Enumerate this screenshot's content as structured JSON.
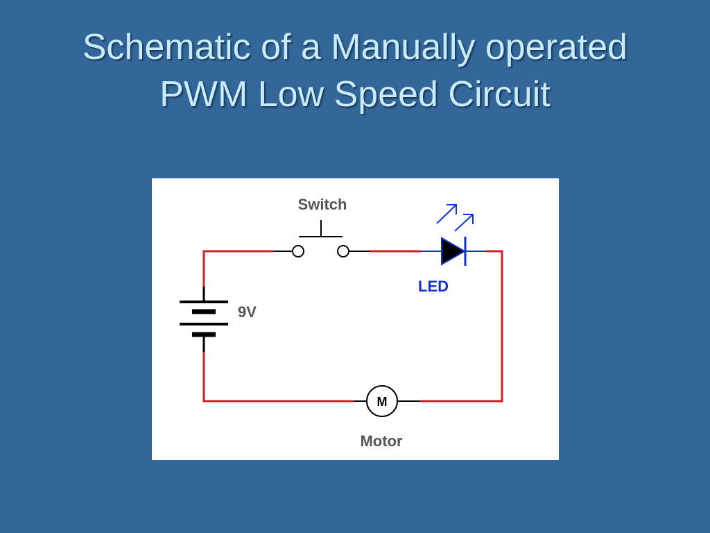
{
  "slide": {
    "title_line1": "Schematic of a Manually operated",
    "title_line2": "PWM Low Speed Circuit"
  },
  "diagram": {
    "labels": {
      "switch": "Switch",
      "led": "LED",
      "battery": "9V",
      "motor_symbol": "M",
      "motor": "Motor"
    },
    "colors": {
      "background": "#336699",
      "title": "#c8ecff",
      "wire": "#cc2222",
      "component_lead": "#000000",
      "led": "#1133cc",
      "label_gray": "#555555"
    },
    "icons": [
      "battery-icon",
      "push-switch-icon",
      "led-icon",
      "motor-icon"
    ]
  }
}
